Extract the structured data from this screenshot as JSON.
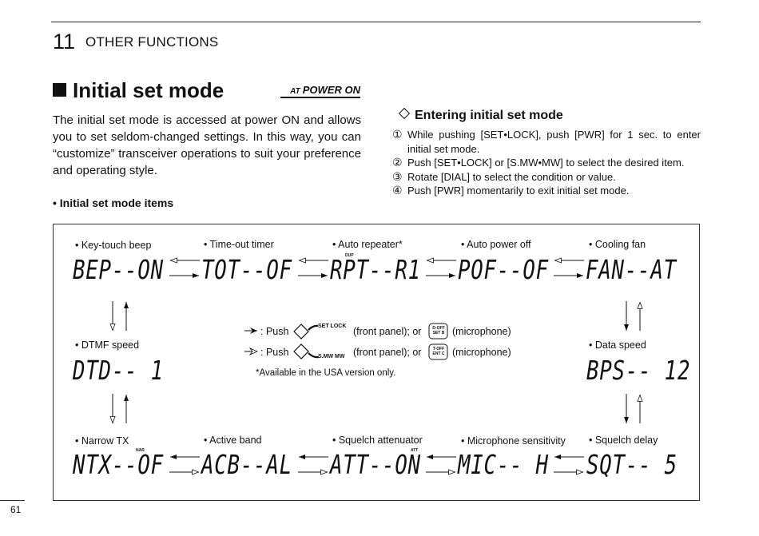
{
  "header": {
    "chapter_number": "11",
    "chapter_title": "OTHER FUNCTIONS"
  },
  "section": {
    "title": "Initial set mode",
    "badge_prefix": "AT",
    "badge_text": "POWER ON"
  },
  "intro": "The initial set mode is accessed at power ON and allows you to set seldom-changed settings. In this way, you can “customize” transceiver operations to suit your preference and operating style.",
  "entering": {
    "title": "Entering initial set mode",
    "steps": [
      {
        "num": "①",
        "text": "While pushing [SET•LOCK], push [PWR] for 1 sec. to enter initial set mode."
      },
      {
        "num": "②",
        "text": "Push [SET•LOCK] or [S.MW•MW] to select the desired item."
      },
      {
        "num": "③",
        "text": "Rotate [DIAL] to select the condition or value."
      },
      {
        "num": "④",
        "text": "Push [PWR] momentarily to exit initial set mode."
      }
    ]
  },
  "items_heading": "• Initial set mode items",
  "items": {
    "beep": {
      "label": "• Key-touch beep",
      "lcd": "BEP--ON"
    },
    "tot": {
      "label": "• Time-out timer",
      "lcd": "TOT--OF"
    },
    "rpt": {
      "label": "• Auto repeater*",
      "lcd": "RPT--R1",
      "indicator": "DUP"
    },
    "pof": {
      "label": "• Auto power off",
      "lcd": "POF--OF"
    },
    "fan": {
      "label": "• Cooling fan",
      "lcd": "FAN--AT"
    },
    "dtd": {
      "label": "• DTMF speed",
      "lcd": "DTD-- 1"
    },
    "bps": {
      "label": "• Data speed",
      "lcd": "BPS-- 12"
    },
    "ntx": {
      "label": "• Narrow TX",
      "lcd": "NTX--OF",
      "indicator": "NAR"
    },
    "acb": {
      "label": "• Active band",
      "lcd": "ACB--AL"
    },
    "att": {
      "label": "• Squelch attenuator",
      "lcd": "ATT--ON",
      "indicator": "ATT"
    },
    "mic": {
      "label": "• Microphone sensitivity",
      "lcd": "MIC-- H"
    },
    "sqt": {
      "label": "• Squelch delay",
      "lcd": "SQT-- 5"
    }
  },
  "legend": {
    "push_label": ": Push",
    "set_lock": "SET LOCK",
    "s_mw": "S.MW MW",
    "front_panel": "(front panel); or",
    "microphone": "(microphone)",
    "key_b_top": "D-OFF",
    "key_b_bottom": "SET B",
    "key_c_top": "T-OFF",
    "key_c_bottom": "ENT C",
    "note": "*Available in the USA version only."
  },
  "page_number": "61"
}
